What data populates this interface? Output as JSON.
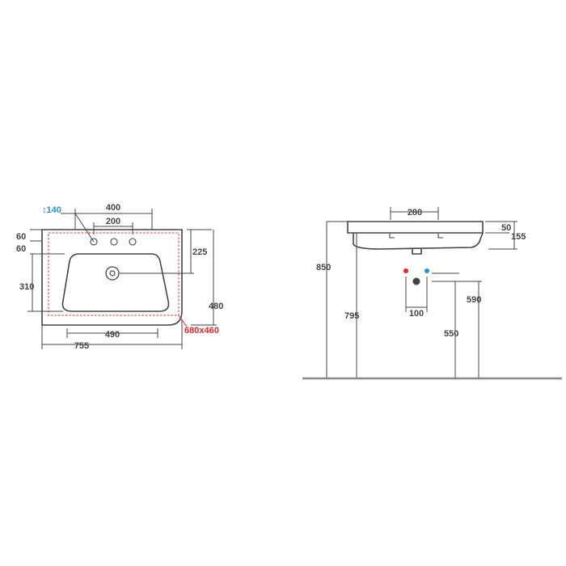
{
  "plan_view": {
    "labels": {
      "hole_spacing_140": "140",
      "width_400": "400",
      "width_200": "200",
      "height_60_top": "60",
      "height_60_lower": "60",
      "height_310": "310",
      "height_225": "225",
      "height_480": "480",
      "width_490": "490",
      "width_755": "755",
      "cabinet_size": "680x460"
    }
  },
  "side_view": {
    "labels": {
      "width_280": "280",
      "height_50": "50",
      "height_155": "155",
      "height_850": "850",
      "height_795": "795",
      "height_590": "590",
      "height_550": "550",
      "spacing_100": "100"
    }
  },
  "colors": {
    "line": "#444444",
    "hot_water": "#e0282e",
    "cold_water": "#2b8fd6",
    "floor": "#888888"
  }
}
